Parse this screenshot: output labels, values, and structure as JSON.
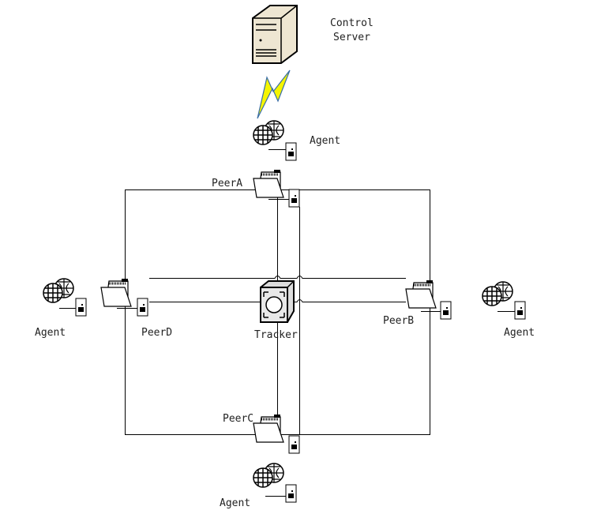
{
  "labels": {
    "control_server_line1": "Control",
    "control_server_line2": "Server",
    "agent_top": "Agent",
    "agent_left": "Agent",
    "agent_right": "Agent",
    "agent_bottom": "Agent",
    "peer_a": "PeerA",
    "peer_b": "PeerB",
    "peer_c": "PeerC",
    "peer_d": "PeerD",
    "tracker": "Tracker"
  },
  "icons": {
    "control_server": "server-tower-icon",
    "link": "lightning-bolt-icon",
    "agent": "globe-network-icon",
    "peer": "open-folder-icon",
    "node": "small-computer-icon",
    "tracker": "hub-switch-icon"
  },
  "colors": {
    "bolt_fill": "#f5f500",
    "bolt_stroke": "#3a6ea5",
    "server_fill": "#eee6d2"
  }
}
